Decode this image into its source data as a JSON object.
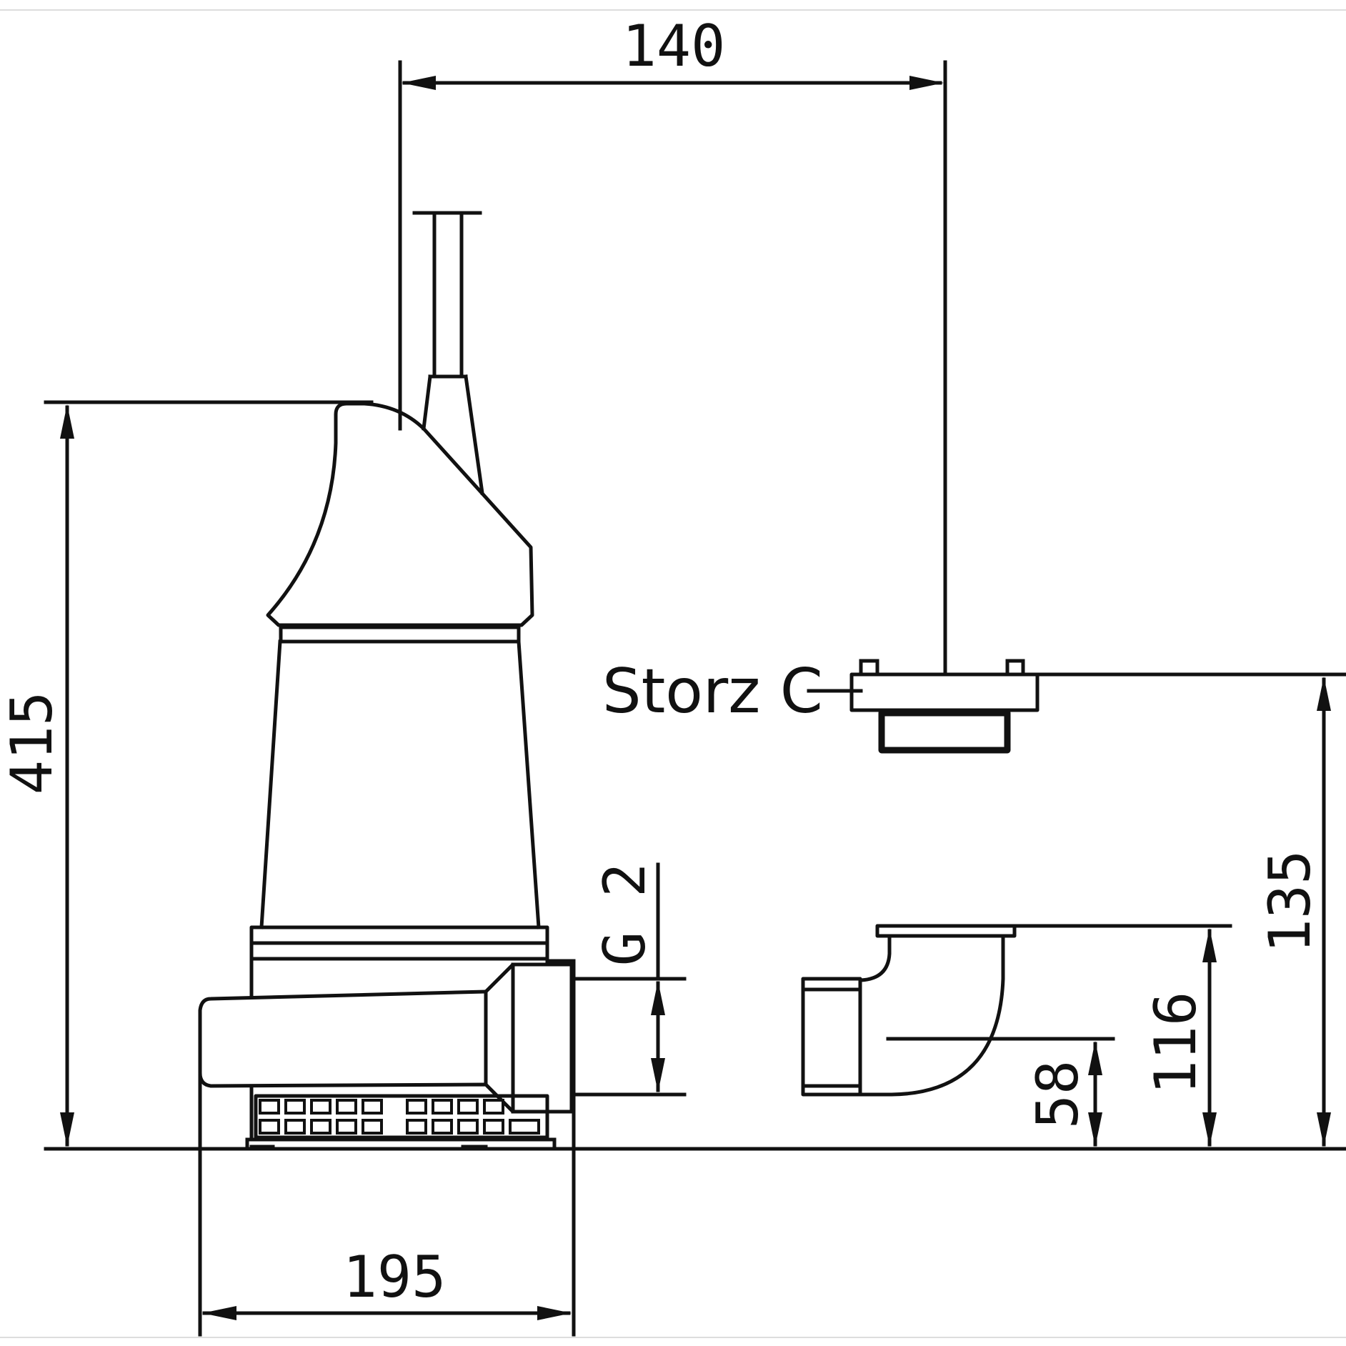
{
  "dimensions": {
    "width_top": "140",
    "height_total": "415",
    "width_base": "195",
    "thread": "G 2",
    "storz_height": "135",
    "elbow_height": "116",
    "elbow_axis": "58"
  },
  "labels": {
    "coupling": "Storz C"
  },
  "colors": {
    "line": "#111111",
    "background": "#ffffff"
  }
}
